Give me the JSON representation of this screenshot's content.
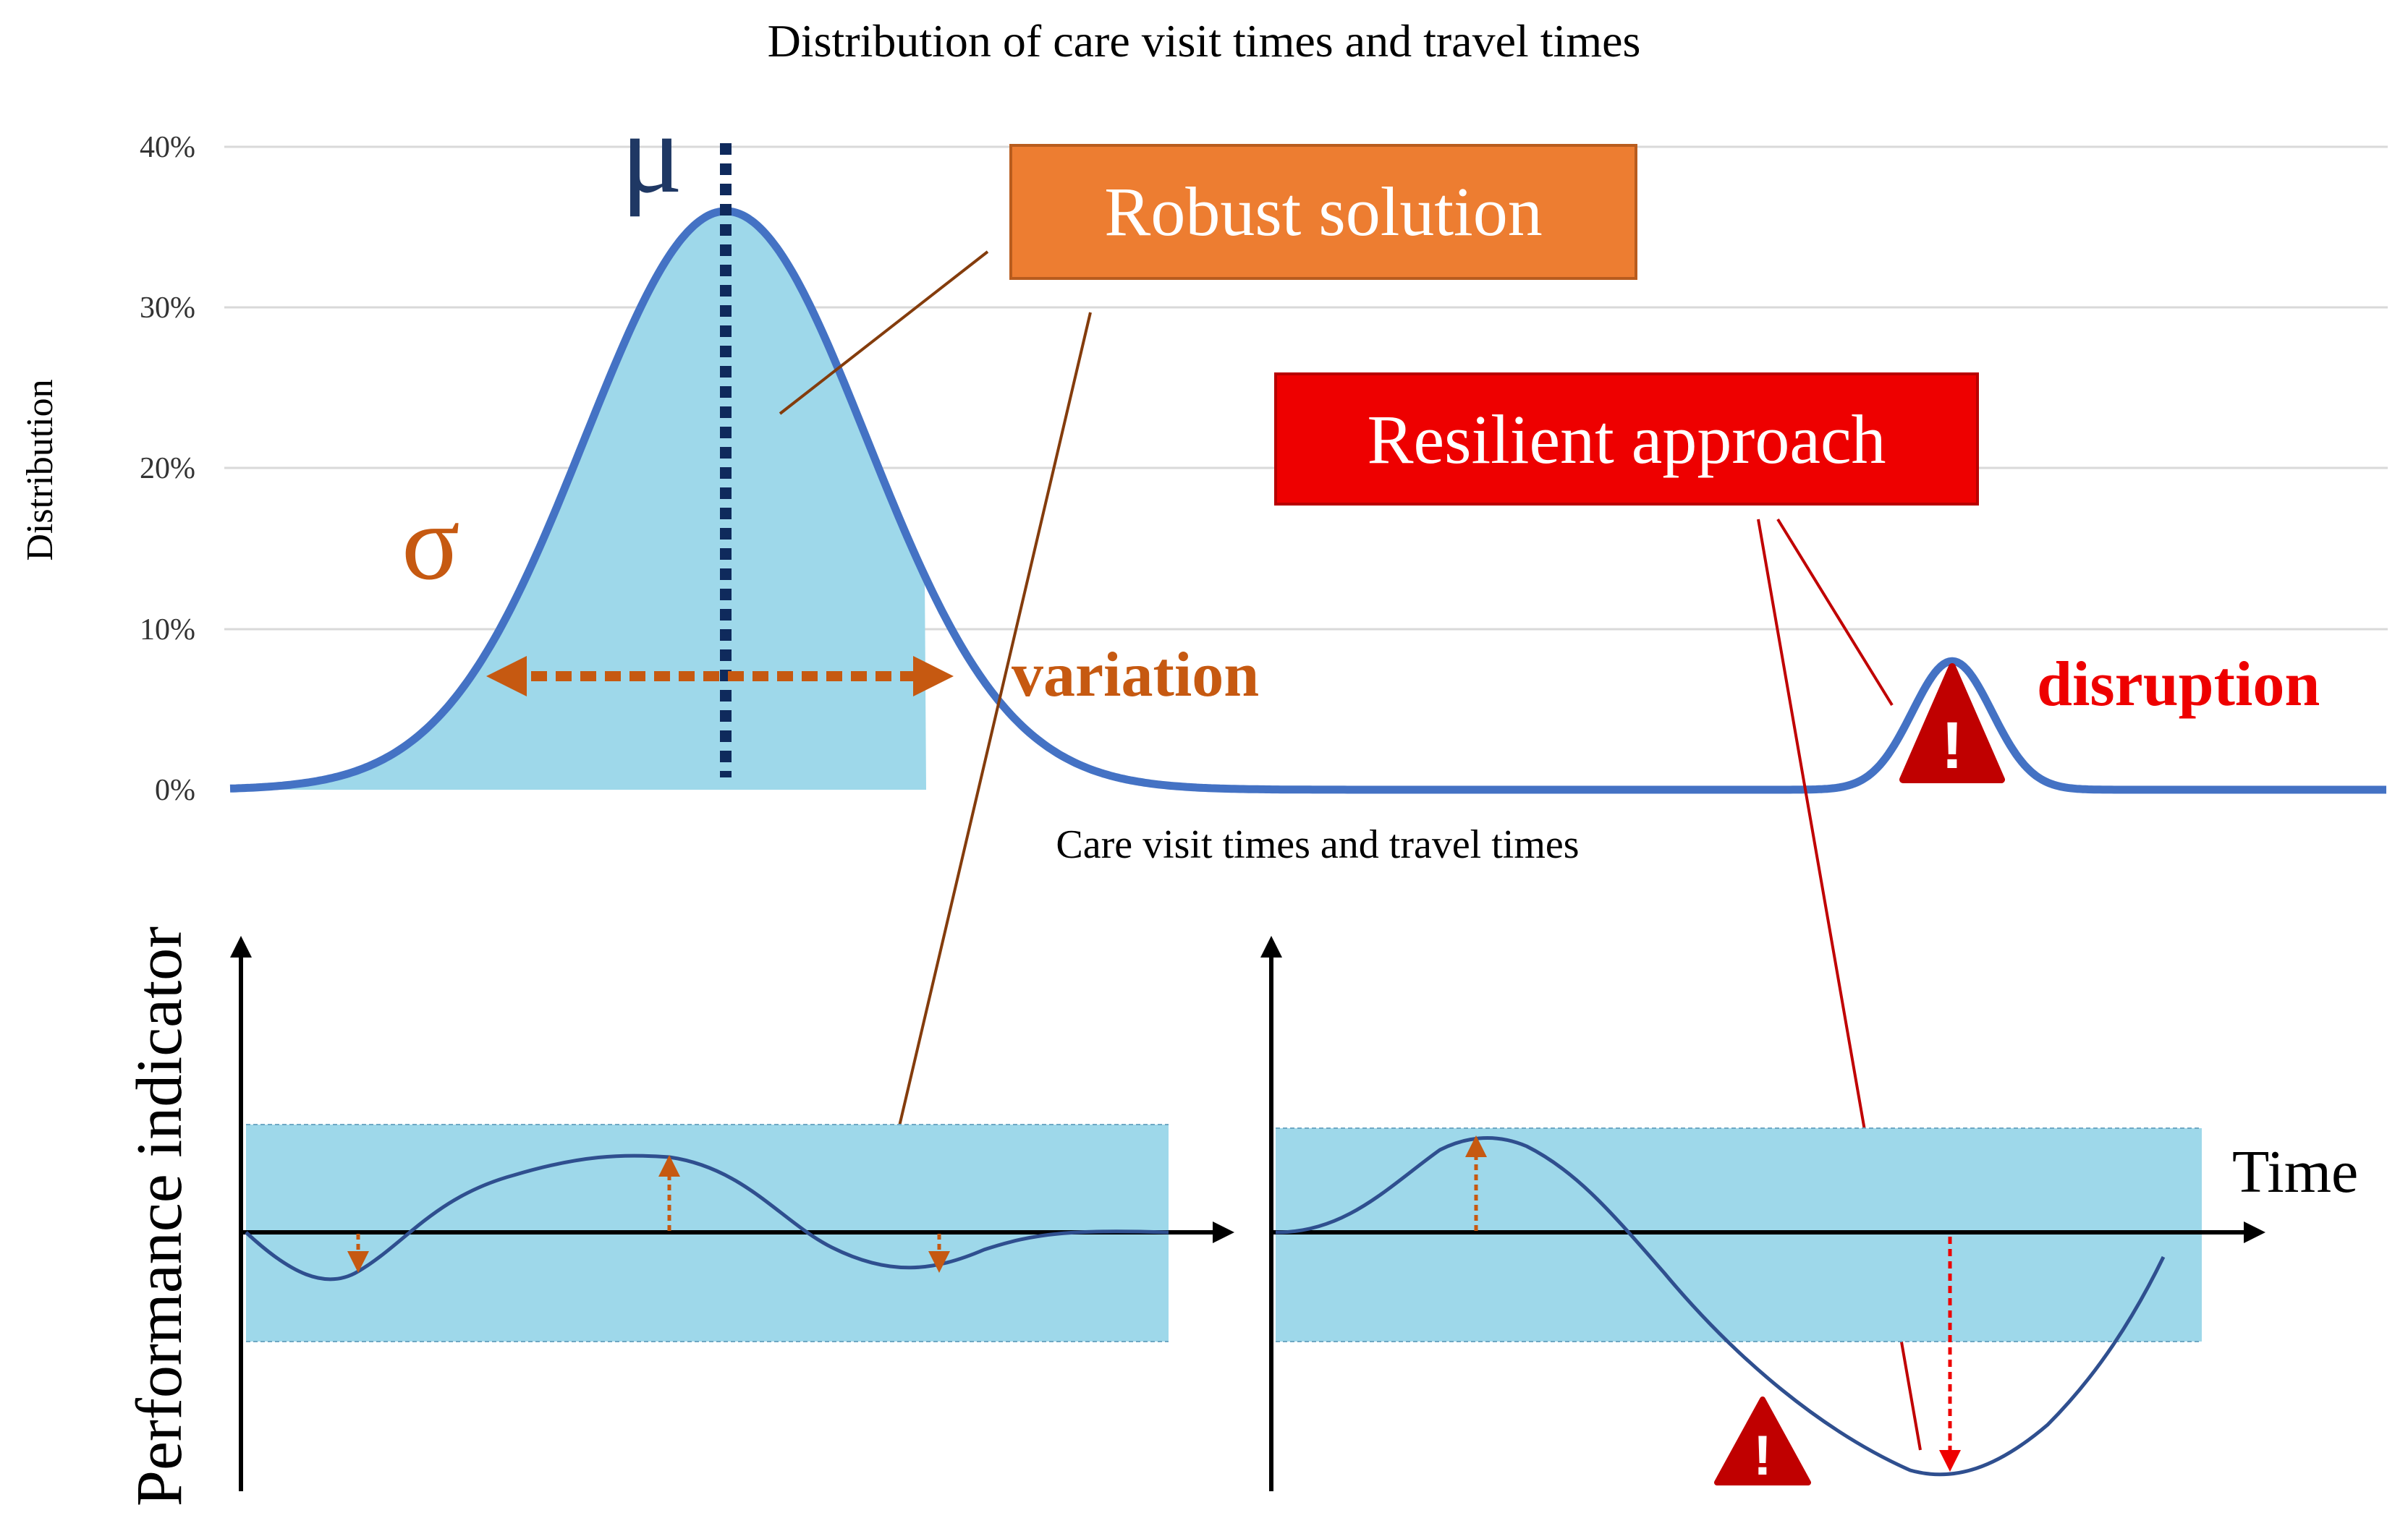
{
  "title": "Distribution of care visit times and travel times",
  "top_chart": {
    "ylabel": "Distribution",
    "xlabel": "Care visit times and travel times",
    "y_ticks": [
      "0%",
      "10%",
      "20%",
      "30%",
      "40%"
    ],
    "mu_symbol": "μ",
    "sigma_symbol": "σ",
    "variation_label": "variation",
    "disruption_label": "disruption"
  },
  "callouts": {
    "robust": "Robust solution",
    "resilient": "Resilient approach"
  },
  "bottom_charts": {
    "ylabel": "Performance indicator",
    "time_label": "Time"
  },
  "warning_mark": "!",
  "colors": {
    "curve": "#4472c4",
    "fill": "#9ed8ea",
    "orange": "#c65911",
    "callout_orange": "#ed7d31",
    "red": "#ee0000",
    "dark_red": "#c00000",
    "mu_line": "#0f2a5c",
    "leader_brown": "#843c0c"
  },
  "chart_data": {
    "type": "area",
    "ylim": [
      0,
      0.4
    ],
    "y_ticks": [
      0,
      0.1,
      0.2,
      0.3,
      0.4
    ],
    "grid": true,
    "series": [
      {
        "peak": 0.36,
        "role": "normal distribution"
      },
      {
        "peak": 0.08,
        "role": "disruption"
      }
    ]
  }
}
